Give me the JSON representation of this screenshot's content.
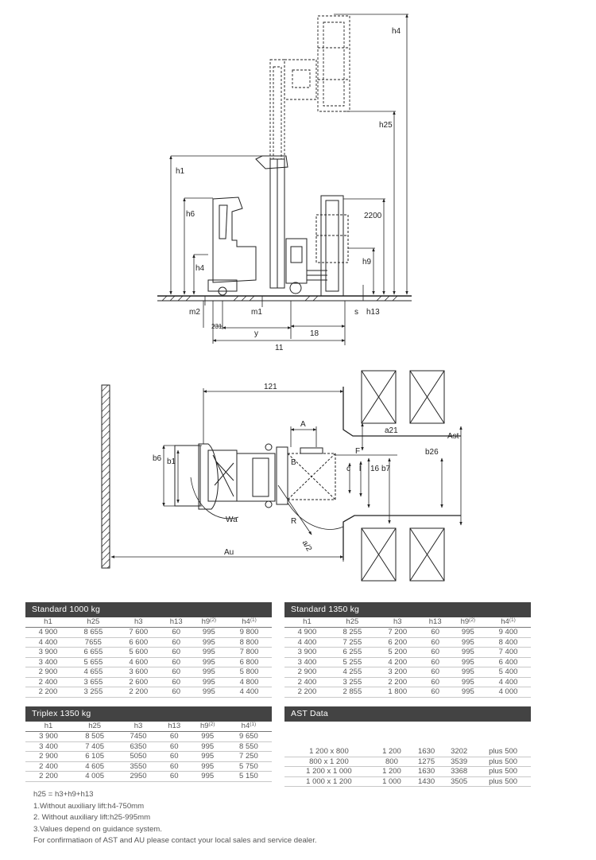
{
  "side_view": {
    "labels": {
      "h4": "h4",
      "h25": "h25",
      "h1": "h1",
      "h6": "h6",
      "h9": "h9",
      "h4_low": "h4",
      "dim_2200": "2200",
      "m2": "m2",
      "m1": "m1",
      "s": "s",
      "h13": "h13",
      "dim_231": "231",
      "y": "y",
      "l8": "18",
      "l1": "11"
    }
  },
  "top_view": {
    "labels": {
      "l21": "121",
      "A": "A",
      "a21": "a21",
      "Ast": "Ast",
      "b6": "b6",
      "b1": "b1",
      "F": "F",
      "b26": "b26",
      "c": "c",
      "l": "l",
      "l6": "16",
      "b7": "b7",
      "B": "B",
      "Wa": "Wa",
      "R": "R",
      "a2": "a/2",
      "Au": "Au"
    }
  },
  "tables": {
    "standard_1000": {
      "title": "Standard  1000 kg",
      "headers": [
        "h1",
        "h25",
        "h3",
        "h13",
        "h9",
        "h4"
      ],
      "header_sups": [
        "",
        "",
        "",
        "",
        "(2)",
        "(1)"
      ],
      "rows": [
        [
          "4 900",
          "8 655",
          "7 600",
          "60",
          "995",
          "9 800"
        ],
        [
          "4 400",
          "7655",
          "6 600",
          "60",
          "995",
          "8 800"
        ],
        [
          "3 900",
          "6 655",
          "5 600",
          "60",
          "995",
          "7 800"
        ],
        [
          "3 400",
          "5 655",
          "4 600",
          "60",
          "995",
          "6 800"
        ],
        [
          "2 900",
          "4 655",
          "3 600",
          "60",
          "995",
          "5 800"
        ],
        [
          "2 400",
          "3 655",
          "2 600",
          "60",
          "995",
          "4 800"
        ],
        [
          "2 200",
          "3 255",
          "2 200",
          "60",
          "995",
          "4 400"
        ]
      ]
    },
    "standard_1350": {
      "title": "Standard  1350 kg",
      "headers": [
        "h1",
        "h25",
        "h3",
        "h13",
        "h9",
        "h4"
      ],
      "header_sups": [
        "",
        "",
        "",
        "",
        "(2)",
        "(1)"
      ],
      "rows": [
        [
          "4 900",
          "8 255",
          "7 200",
          "60",
          "995",
          "9 400"
        ],
        [
          "4 400",
          "7 255",
          "6 200",
          "60",
          "995",
          "8 400"
        ],
        [
          "3 900",
          "6 255",
          "5 200",
          "60",
          "995",
          "7 400"
        ],
        [
          "3 400",
          "5 255",
          "4 200",
          "60",
          "995",
          "6 400"
        ],
        [
          "2 900",
          "4 255",
          "3 200",
          "60",
          "995",
          "5 400"
        ],
        [
          "2 400",
          "3 255",
          "2 200",
          "60",
          "995",
          "4 400"
        ],
        [
          "2 200",
          "2 855",
          "1 800",
          "60",
          "995",
          "4 000"
        ]
      ]
    },
    "triplex_1350": {
      "title": "Triplex  1350 kg",
      "headers": [
        "h1",
        "h25",
        "h3",
        "h13",
        "h9",
        "h4"
      ],
      "header_sups": [
        "",
        "",
        "",
        "",
        "(2)",
        "(1)"
      ],
      "rows": [
        [
          "3 900",
          "8 505",
          "7450",
          "60",
          "995",
          "9 650"
        ],
        [
          "3 400",
          "7 405",
          "6350",
          "60",
          "995",
          "8 550"
        ],
        [
          "2 900",
          "6 105",
          "5050",
          "60",
          "995",
          "7 250"
        ],
        [
          "2 400",
          "4 605",
          "3550",
          "60",
          "995",
          "5 750"
        ],
        [
          "2 200",
          "4 005",
          "2950",
          "60",
          "995",
          "5 150"
        ]
      ]
    },
    "ast_data": {
      "title": "AST Data",
      "rows": [
        [
          "1 200 x 800",
          "1 200",
          "1630",
          "3202",
          "plus 500"
        ],
        [
          "800 x 1 200",
          "800",
          "1275",
          "3539",
          "plus 500"
        ],
        [
          "1 200 x 1 000",
          "1 200",
          "1630",
          "3368",
          "plus 500"
        ],
        [
          "1 000 x 1 200",
          "1 000",
          "1430",
          "3505",
          "plus 500"
        ]
      ]
    }
  },
  "notes": [
    "h25 = h3+h9+h13",
    "1.Without auxiliary lift:h4-750mm",
    "2. Without auxiliary lift:h25-995mm",
    "3.Values depend on guidance system.",
    "For confirmatiaon of AST and AU please contact your local sales and service dealer."
  ]
}
